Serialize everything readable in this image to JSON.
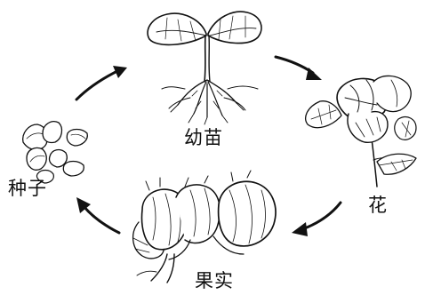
{
  "cycle": {
    "stages": [
      {
        "id": "seedling",
        "label": "幼苗",
        "icon": "seedling-sketch"
      },
      {
        "id": "flower",
        "label": "花",
        "icon": "flower-sketch"
      },
      {
        "id": "fruit",
        "label": "果实",
        "icon": "boll-sketch"
      },
      {
        "id": "seed",
        "label": "种子",
        "icon": "seeds-sketch"
      }
    ],
    "arrow_direction": "clockwise",
    "colors": {
      "ink": "#111111",
      "background": "#ffffff"
    }
  }
}
